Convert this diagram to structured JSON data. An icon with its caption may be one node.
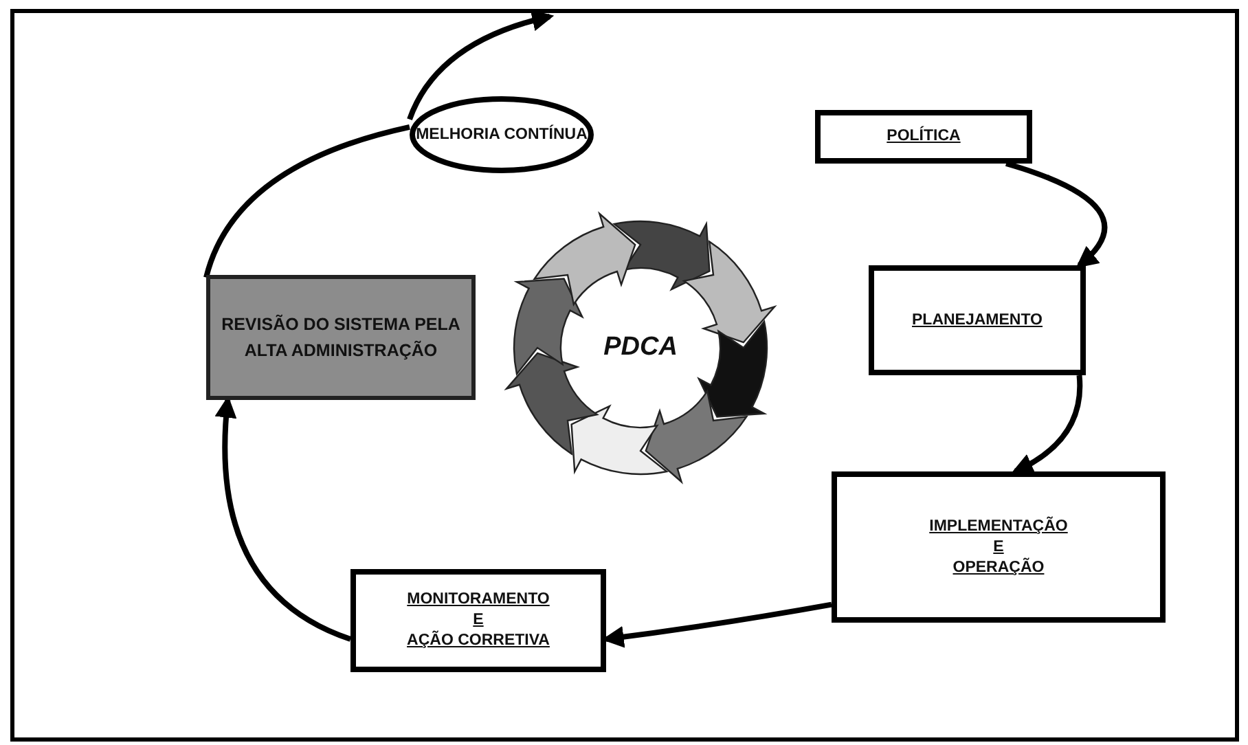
{
  "diagram": {
    "nodes": [
      {
        "text": [
          "MELHORIA CONTÍNUA"
        ]
      },
      {
        "text": [
          "POLÍTICA"
        ]
      },
      {
        "text": [
          "PLANEJAMENTO"
        ]
      },
      {
        "text": [
          "IMPLEMENTAÇÃO",
          "E",
          "OPERAÇÃO"
        ]
      },
      {
        "text": [
          "MONITORAMENTO",
          "E",
          "AÇÃO CORRETIVA"
        ]
      },
      {
        "text": [
          "REVISÃO DO SISTEMA PELA ALTA ADMINISTRAÇÃO"
        ]
      },
      {
        "text": [
          "PDCA"
        ]
      }
    ],
    "edges": [
      {
        "from": 1,
        "to": 2,
        "arrow": "to"
      },
      {
        "from": 2,
        "to": 3,
        "arrow": "to"
      },
      {
        "from": 3,
        "to": 4,
        "arrow": "to"
      },
      {
        "from": 4,
        "to": 5,
        "arrow": "to"
      },
      {
        "from": 5,
        "to": 0,
        "arrow": "none"
      },
      {
        "from": 0,
        "to": null,
        "arrow": "to"
      }
    ]
  }
}
